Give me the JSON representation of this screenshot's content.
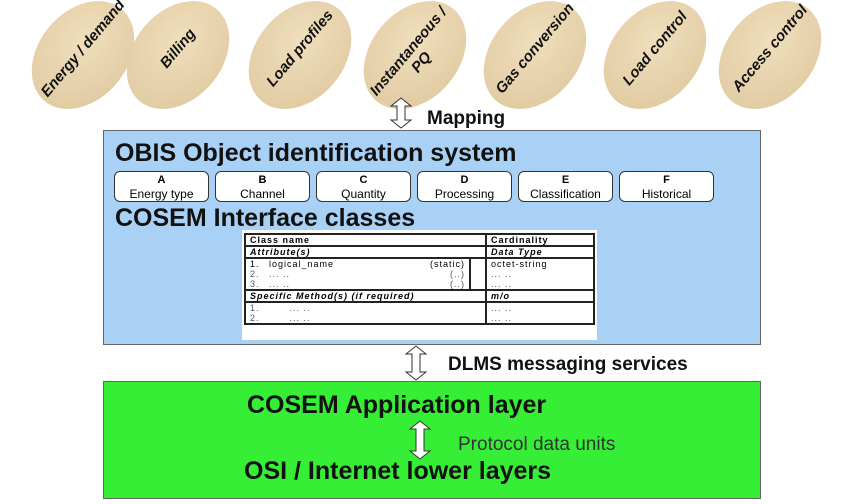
{
  "applications": [
    "Energy / demand",
    "Billing",
    "Load profiles",
    "Instantaneous / PQ",
    "Gas conversion",
    "Load control",
    "Access control"
  ],
  "mapping_label": "Mapping",
  "obis": {
    "title": "OBIS Object identification system",
    "fields": [
      {
        "letter": "A",
        "name": "Energy type"
      },
      {
        "letter": "B",
        "name": "Channel"
      },
      {
        "letter": "C",
        "name": "Quantity"
      },
      {
        "letter": "D",
        "name": "Processing"
      },
      {
        "letter": "E",
        "name": "Classification"
      },
      {
        "letter": "F",
        "name": "Historical"
      }
    ]
  },
  "cosem": {
    "title": "COSEM Interface classes",
    "table": {
      "class_name": "Class name",
      "cardinality": "Cardinality",
      "attributes": "Attribute(s)",
      "data_type": "Data Type",
      "attr_rows": [
        [
          "1.",
          "logical_name",
          "(static)",
          "octet-string"
        ],
        [
          "2.",
          "... ..",
          "(..)",
          "... .."
        ],
        [
          "3.",
          "... ..",
          "(..)",
          "... .."
        ]
      ],
      "methods": "Specific Method(s) (if required)",
      "mo": "m/o",
      "method_rows": [
        [
          "1.",
          "... ..",
          "... .."
        ],
        [
          "2.",
          "... ..",
          "... .."
        ]
      ]
    }
  },
  "dlms_label": "DLMS messaging services",
  "app_layer": "COSEM Application layer",
  "pdu_label": "Protocol data units",
  "lower_layers": "OSI / Internet lower layers"
}
